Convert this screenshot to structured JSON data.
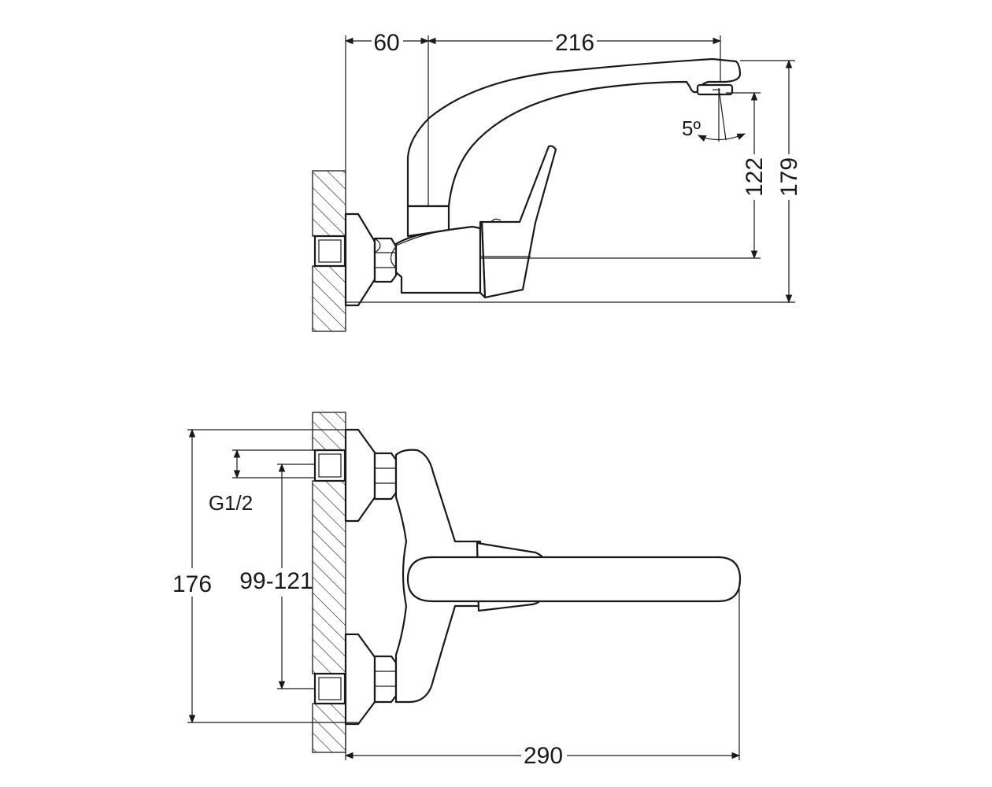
{
  "side_view": {
    "dim_offset": "60",
    "dim_reach": "216",
    "dim_angle": "5º",
    "dim_spout_height": "122",
    "dim_total_height": "179"
  },
  "front_view": {
    "dim_thread": "G1/2",
    "dim_total_height": "176",
    "dim_centers": "99-121",
    "dim_projection": "290"
  }
}
